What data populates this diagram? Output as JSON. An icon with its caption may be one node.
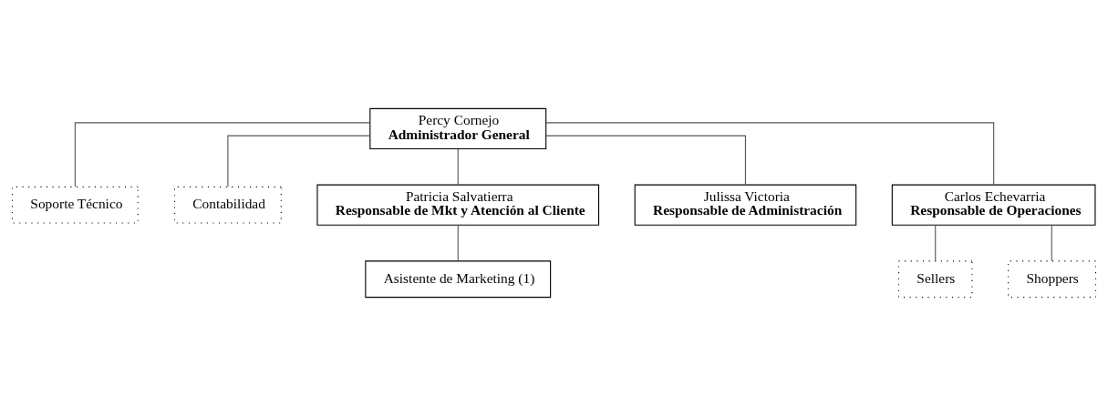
{
  "diagram": {
    "nodes": [
      {
        "text": [
          "Percy Cornejo",
          "Administrador General"
        ]
      },
      {
        "text": [
          "Soporte Técnico"
        ]
      },
      {
        "text": [
          "Contabilidad"
        ]
      },
      {
        "text": [
          "Patricia Salvatierra",
          "Responsable de Mkt y Atención al Cliente"
        ]
      },
      {
        "text": [
          "Julissa Victoria",
          "Responsable de Administración"
        ]
      },
      {
        "text": [
          "Carlos Echevarria",
          "Responsable de Operaciones"
        ]
      },
      {
        "text": [
          "Sellers"
        ]
      },
      {
        "text": [
          "Shoppers"
        ]
      },
      {
        "text": [
          "Asistente de Marketing (1)"
        ]
      }
    ],
    "edges": [
      {
        "from": 0,
        "to": 1,
        "arrow": "none"
      },
      {
        "from": 0,
        "to": 2,
        "arrow": "none"
      },
      {
        "from": 0,
        "to": 3,
        "arrow": "none"
      },
      {
        "from": 0,
        "to": 4,
        "arrow": "none"
      },
      {
        "from": 0,
        "to": 5,
        "arrow": "none"
      },
      {
        "from": 5,
        "to": 6,
        "arrow": "none"
      },
      {
        "from": 5,
        "to": 7,
        "arrow": "none"
      },
      {
        "from": 3,
        "to": 8,
        "arrow": "none"
      }
    ]
  }
}
